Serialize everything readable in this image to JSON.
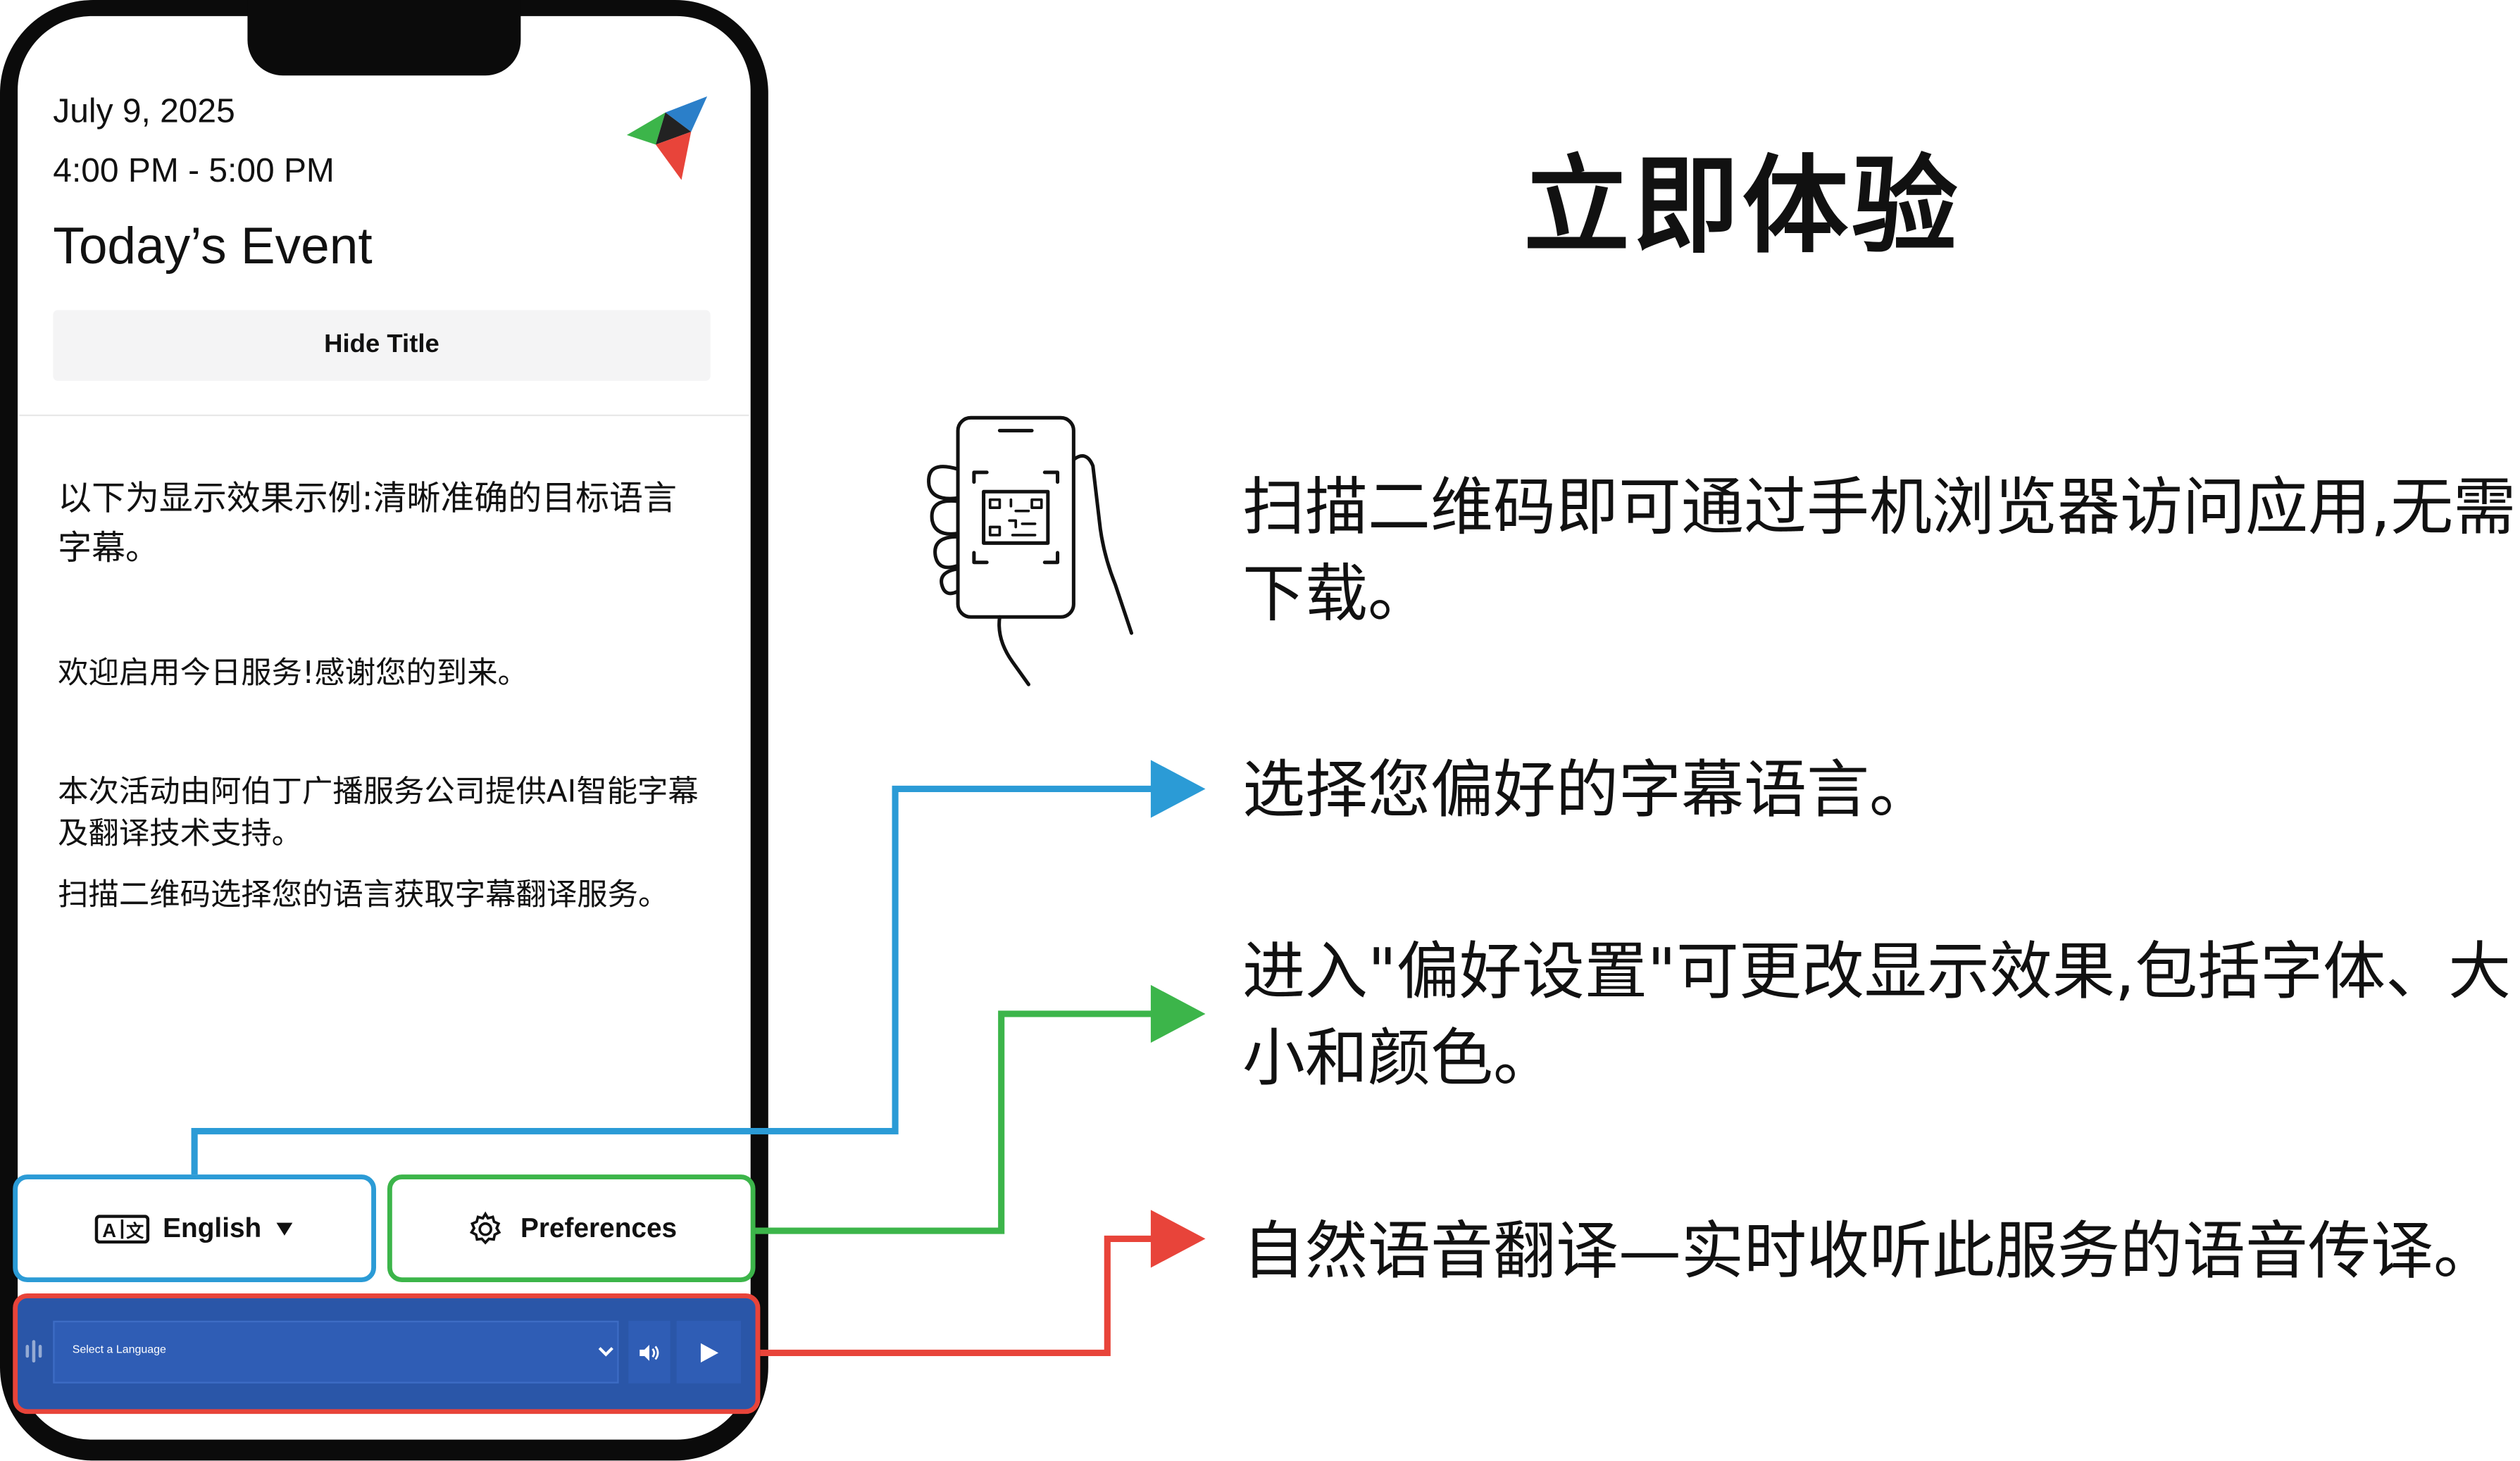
{
  "phone": {
    "event_date": "July 9, 2025",
    "event_time": "4:00 PM - 5:00 PM",
    "event_title": "Today’s Event",
    "hide_title_label": "Hide Title",
    "captions": [
      "以下为显示效果示例:清晰准确的目标语言字幕。",
      "欢迎启用今日服务!感谢您的到来。",
      "本次活动由阿伯丁广播服务公司提供AI智能字幕及翻译技术支持。",
      "扫描二维码选择您的语言获取字幕翻译服务。"
    ],
    "language_button_label": "English",
    "language_icon_text": "A文",
    "preferences_button_label": "Preferences",
    "audio_select_placeholder": "Select a Language"
  },
  "panel": {
    "headline": "立即体验",
    "instructions": [
      "扫描二维码即可通过手机浏览器访问应用,无需下载。",
      "选择您偏好的字幕语言。",
      "进入\"偏好设置\"可更改显示效果,包括字体、大小和颜色。",
      "自然语音翻译—实时收听此服务的语音传译。"
    ]
  },
  "colors": {
    "language_callout": "#2b9bd6",
    "preferences_callout": "#3cb54a",
    "audio_callout": "#e8443a",
    "audio_bar": "#2a56a8"
  },
  "icons": {
    "logo": "tricolor-arrow-logo-icon",
    "language": "translate-icon",
    "language_dropdown": "caret-down-icon",
    "preferences": "gear-icon",
    "audio_dropdown": "chevron-down-icon",
    "volume": "volume-icon",
    "play": "play-icon",
    "scan": "hand-phone-qr-icon"
  }
}
